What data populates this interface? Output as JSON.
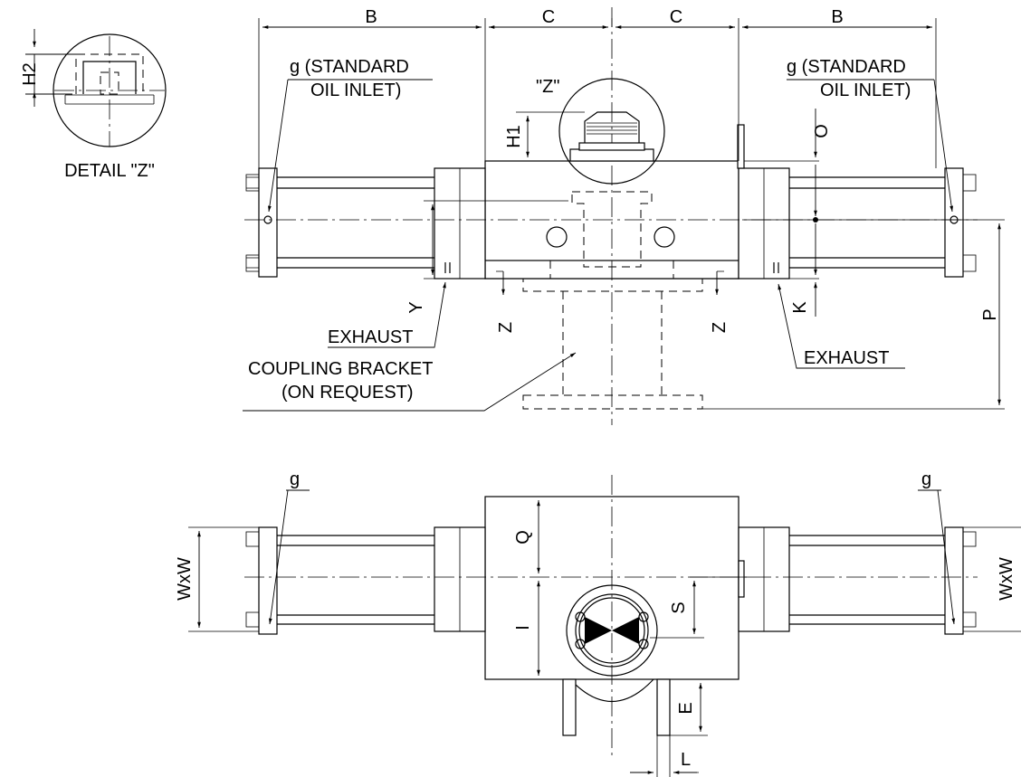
{
  "detail": {
    "dim_h2": "H2",
    "caption": "DETAIL \"Z\""
  },
  "top_view": {
    "dim_b_left": "B",
    "dim_c_left": "C",
    "dim_c_right": "C",
    "dim_b_right": "B",
    "oil_inlet_left_line1": "g (STANDARD",
    "oil_inlet_left_line2": "OIL INLET)",
    "oil_inlet_right_line1": "g (STANDARD",
    "oil_inlet_right_line2": "OIL INLET)",
    "detail_callout": "\"Z\"",
    "dim_h1": "H1",
    "dim_o": "O",
    "dim_y": "Y",
    "dim_k": "K",
    "dim_p": "P",
    "section_z_left": "Z",
    "section_z_right": "Z",
    "exhaust_left": "EXHAUST",
    "exhaust_right": "EXHAUST",
    "bracket_line1": "COUPLING BRACKET",
    "bracket_line2": "(ON REQUEST)"
  },
  "bottom_view": {
    "g_left": "g",
    "g_right": "g",
    "dim_wxw_left": "WxW",
    "dim_wxw_right": "WxW",
    "dim_q": "Q",
    "dim_i": "I",
    "dim_s": "S",
    "dim_e": "E",
    "dim_l": "L"
  }
}
